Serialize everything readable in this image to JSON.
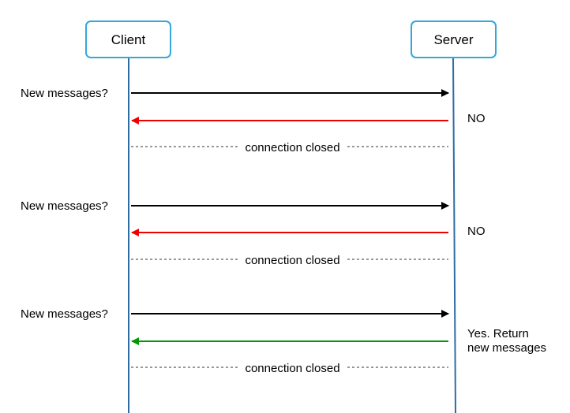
{
  "participants": {
    "client": {
      "label": "Client"
    },
    "server": {
      "label": "Server"
    }
  },
  "colors": {
    "lifeline": "#2e6ca4",
    "box_border": "#33a8d9",
    "request": "#000000",
    "no_response": "#ee0000",
    "yes_response": "#009900",
    "closed_line": "#333333"
  },
  "exchanges": [
    {
      "request_label": "New messages?",
      "response_lines": [
        "NO"
      ],
      "response_kind": "no",
      "closed_label": "connection closed"
    },
    {
      "request_label": "New messages?",
      "response_lines": [
        "NO"
      ],
      "response_kind": "no",
      "closed_label": "connection closed"
    },
    {
      "request_label": "New messages?",
      "response_lines": [
        "Yes. Return",
        "new messages"
      ],
      "response_kind": "yes",
      "closed_label": "connection closed"
    }
  ]
}
